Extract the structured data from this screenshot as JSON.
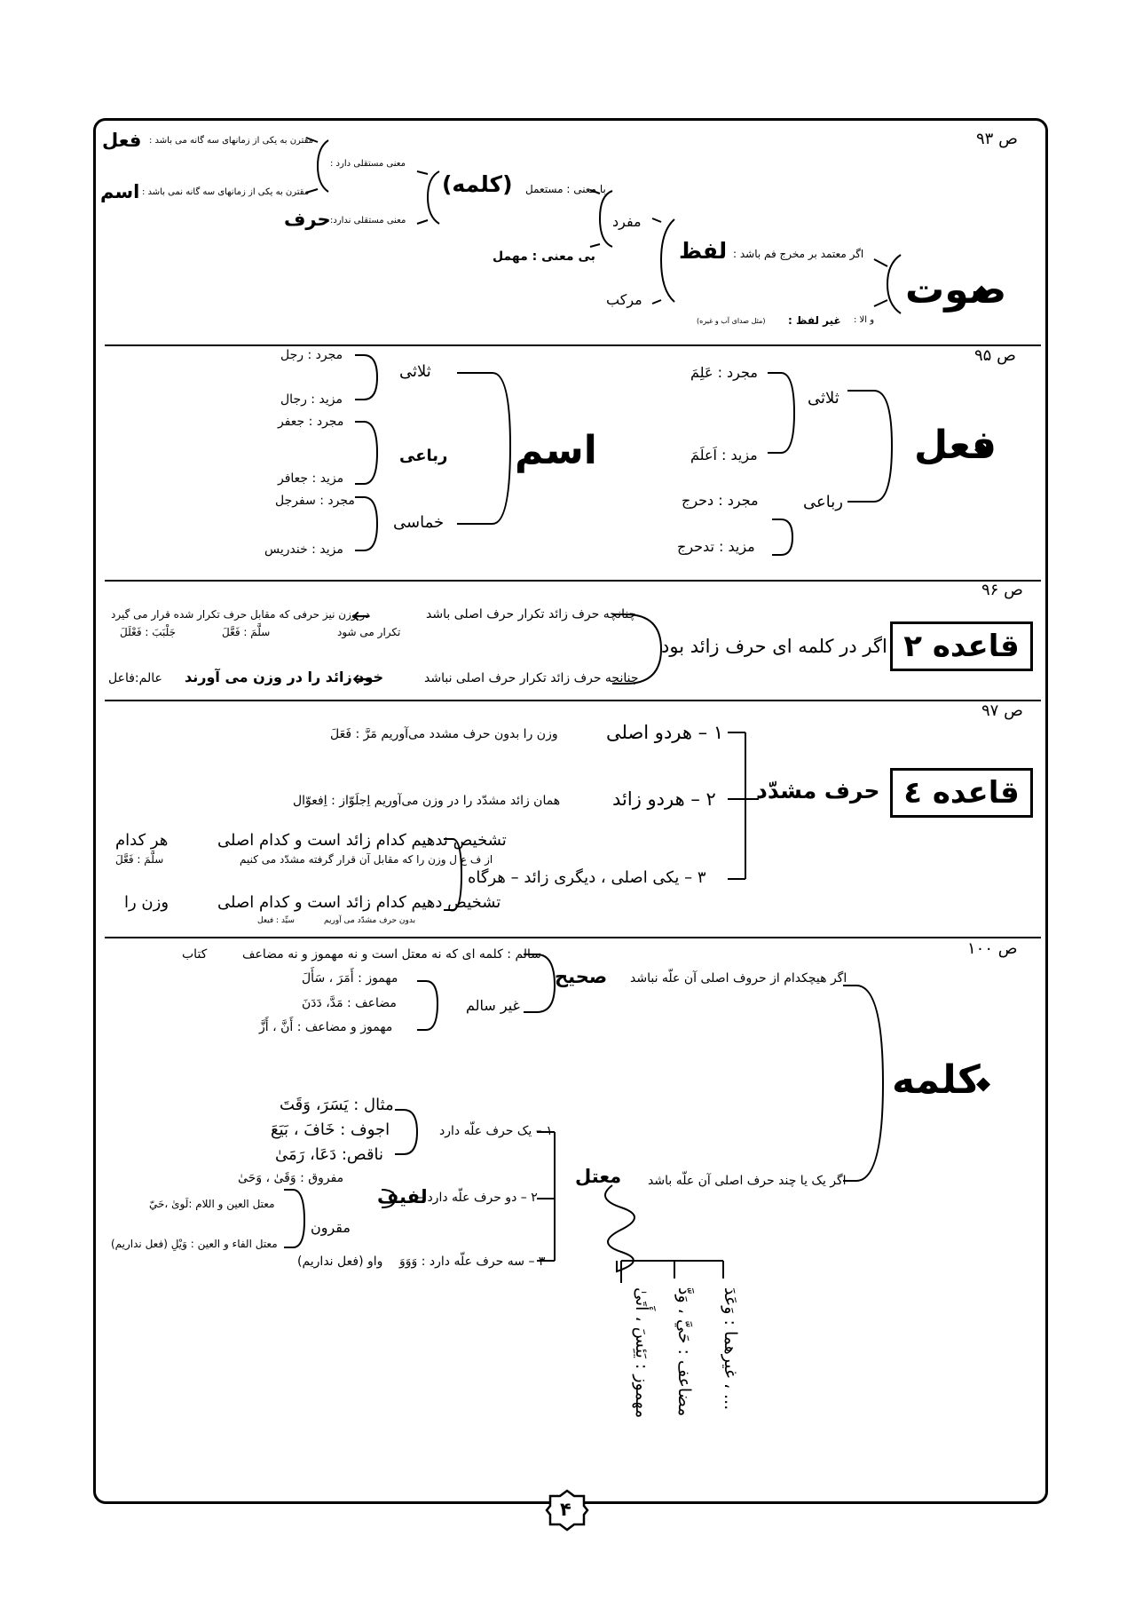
{
  "page_number": "۴",
  "s1": {
    "page_ref": "ص ۹۳",
    "fel_def": "مقترن به یکی از زمانهای سه گانه می باشد :",
    "fel": "فعل",
    "mostaqel": "معنی مستقلی دارد :",
    "esm_def": "مقترن به یکی از زمانهای سه گانه نمی باشد :",
    "esm": "اسم",
    "harf_def": "معنی مستقلی ندارد:",
    "harf": "حرف",
    "kalame": "(کلمه)",
    "ba_mani": "با معنی : مستعمل",
    "mofrad": "مفرد",
    "bi_mani": "بی معنی : مهمل",
    "lafz_def": "اگر معتمد بر مخرج فم باشد :",
    "lafz": "لفظ",
    "morakkab": "مرکب",
    "sowt": "صوت",
    "va_ella": "و الا :",
    "gheir_lafz": "غیر لفظ :",
    "mesl": "(مثل صدای آب و غیره)"
  },
  "s2": {
    "page_ref": "ص ۹۵",
    "esm_title": "اسم",
    "esm_thulathi": "ثلاثی",
    "e_mojarrad1": "مجرد : رجل",
    "e_mazid1": "مزید : رجال",
    "esm_rubai": "رباعی",
    "e_mojarrad2": "مجرد : جعفر",
    "e_mazid2": "مزید : جعافر",
    "esm_khumasi": "خماسی",
    "e_mojarrad3": "مجرد : سفرجل",
    "e_mazid3": "مزید : خندریس",
    "fel_title": "فعل",
    "fel_thulathi": "ثلاثی",
    "f_mojarrad1": "مجرد : عَلِمَ",
    "f_mazid1": "مزید : اَعلَمَ",
    "fel_rubai": "رباعی",
    "f_mojarrad2": "مجرد : دحرج",
    "f_mazid2": "مزید : تدحرج"
  },
  "s3": {
    "page_ref": "ص ۹۶",
    "rule_box": "قاعده ٢",
    "condition": "اگر در کلمه ای حرف زائد بود",
    "case1": "چنانچه حرف زائد تکرار حرف اصلی باشد",
    "case1_result": "در وزن نیز حرفی که مقابل حرف تکرار شده قرار می گیرد",
    "case1_result2": "تکرار می شود",
    "case1_ex1": "سلَّمَ : فَعَّلَ",
    "case1_ex2": "جَلْبَبَ : فَعْلَلَ",
    "case2": "چنانچه حرف زائد تکرار حرف اصلی نباشد",
    "case2_result": "خود زائد را در وزن می آورند",
    "case2_ex": "عالم:فاعل"
  },
  "s4": {
    "page_ref": "ص ۹۷",
    "rule_box": "قاعده ٤",
    "title": "حرف مشدّد",
    "item1": "۱ – هردو اصلی",
    "item1_desc": "وزن را بدون حرف مشدد می‌آوریم مَرَّ : فَعَلَ",
    "item2": "۲ – هردو زائد",
    "item2_desc": "همان زائد مشدّد را در وزن می‌آوریم اِجلَوّاز : اِفعوّال",
    "item3": "۳ – یکی اصلی ، دیگری زائد – هرگاه",
    "item3a": "تشخیص ندهیم کدام زائد است و کدام اصلی",
    "item3a_result": "هر کدام",
    "item3a_desc": "از ف ع ل وزن را که مقابل آن قرار گرفته مشدّد می کنیم",
    "item3a_ex": "سلَّمَ : فَعَّلَ",
    "item3b": "تشخیص دهیم کدام زائد است و کدام اصلی",
    "item3b_result": "وزن را",
    "item3b_desc": "بدون حرف مشدّد می آوریم",
    "item3b_ex": "سیِّد : فیعل"
  },
  "s5": {
    "page_ref": "ص ۱۰۰",
    "title": "کلمه",
    "sahih_cond": "اگر هیچکدام از حروف اصلی آن علّه نباشد",
    "sahih": "صحیح",
    "salem": "سالم : کلمه ای که نه معتل است و نه مهموز و نه مضاعف",
    "salem_ex": "کتاب",
    "gheir_salem": "غیر سالم",
    "mahmuz": "مهموز : أَمَرَ ، سَأَلَ",
    "mozaaf": "مضاعف : مَدَّ، دَدَنَ",
    "mahmuz_mozaaf": "مهموز و مضاعف : أَنَّ ، أَزَّ",
    "motal_cond": "اگر یک یا چند حرف اصلی آن علّه باشد",
    "motal": "معتل",
    "one": "۱ – یک حرف علّه دارد",
    "mesal": "مثال : يَسَرَ، وَقَتَ",
    "ajvaf": "اجوف : خَافَ ، بَيَعَ",
    "naqes": "ناقص: دَعَا، رَمَىٰ",
    "two": "۲ – دو حرف علّه دارد –",
    "lafif": "لفیف",
    "mafruq": "مفروق : وَقَىٰ ، وَحَىٰ",
    "maqrun": "مقرون",
    "motal_ein_lam": "معتل العین و اللام :لَوىٰ ،حَيّ",
    "motal_fa_ein": "معتل الفاء و العین : وَيْلِ (فعل نداریم)",
    "three": "۳ – سه حرف علّه دارد : وَوَوَ",
    "three_res": "واو (فعل نداریم)",
    "branch1": "مهموز : يَئِسَ ، أَتَىٰ",
    "branch2": "مضاعف : حَيَّ ، وَدَّ",
    "branch3": "غیرهما : وَعَدَ ، ..."
  }
}
